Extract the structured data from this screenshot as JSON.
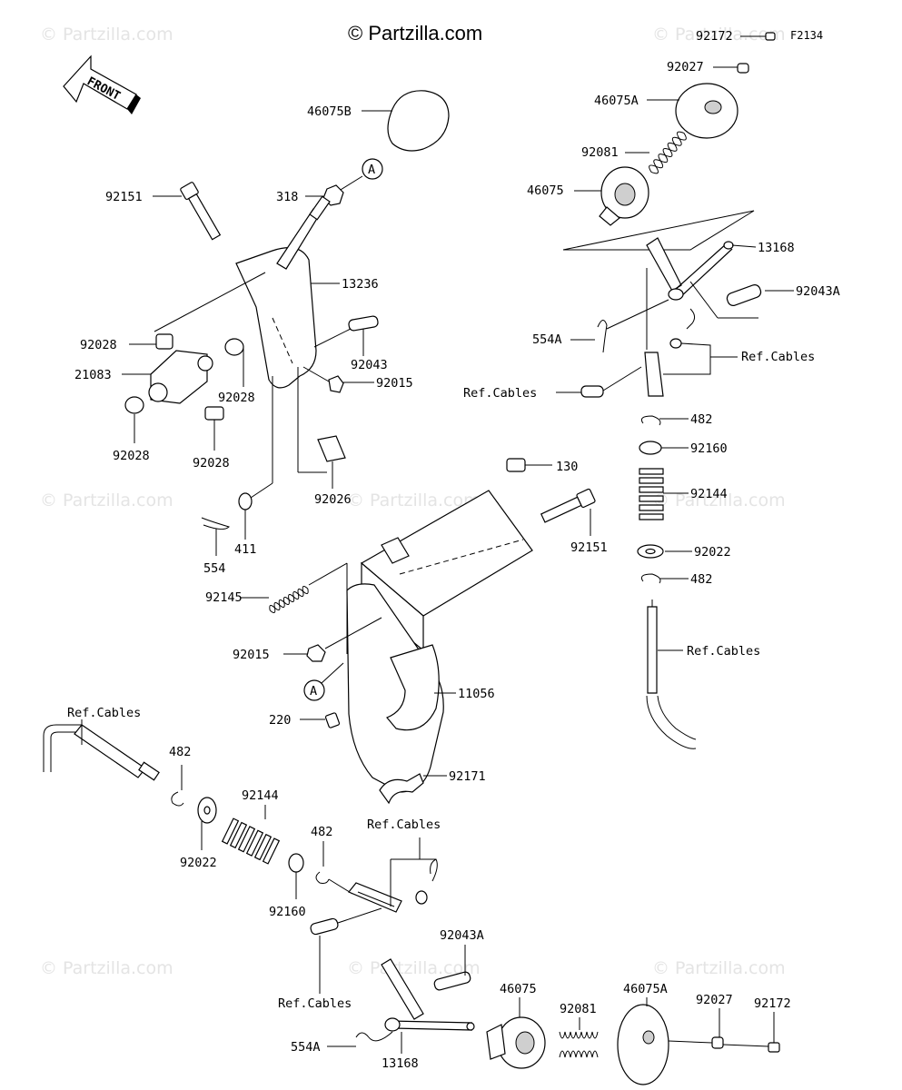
{
  "copyright": "© Partzilla.com",
  "watermark": "© Partzilla.com",
  "diagram_code": "F2134",
  "front_label": "FRONT",
  "ref_a": "A",
  "labels": {
    "p92172_top": "92172",
    "p92027_top": "92027",
    "p46075A_top": "46075A",
    "p92081_top": "92081",
    "p46075_top": "46075",
    "p13168_top": "13168",
    "p92043A_top": "92043A",
    "p554A_top": "554A",
    "refcables_r1": "Ref.Cables",
    "refcables_r2": "Ref.Cables",
    "p482_r1": "482",
    "p92160_r": "92160",
    "p92144_r": "92144",
    "p92022_r": "92022",
    "p482_r2": "482",
    "refcables_r3": "Ref.Cables",
    "p46075B": "46075B",
    "p318": "318",
    "p92151_l": "92151",
    "p13236": "13236",
    "p92028_a": "92028",
    "p21083": "21083",
    "p92043": "92043",
    "p92028_b": "92028",
    "p92015_a": "92015",
    "p92028_c": "92028",
    "p92028_d": "92028",
    "p92026": "92026",
    "p130": "130",
    "p411": "411",
    "p554": "554",
    "p92151_m": "92151",
    "p92145": "92145",
    "p92015_b": "92015",
    "p11056": "11056",
    "p220": "220",
    "p92171": "92171",
    "refcables_l": "Ref.Cables",
    "p482_l": "482",
    "p92144_l": "92144",
    "p92022_l": "92022",
    "p482_m": "482",
    "refcables_m": "Ref.Cables",
    "p92160_l": "92160",
    "p92043A_b": "92043A",
    "p46075_b": "46075",
    "p92081_b": "92081",
    "p46075A_b": "46075A",
    "p92027_b": "92027",
    "p92172_b": "92172",
    "refcables_b": "Ref.Cables",
    "p554A_b": "554A",
    "p13168_b": "13168"
  }
}
